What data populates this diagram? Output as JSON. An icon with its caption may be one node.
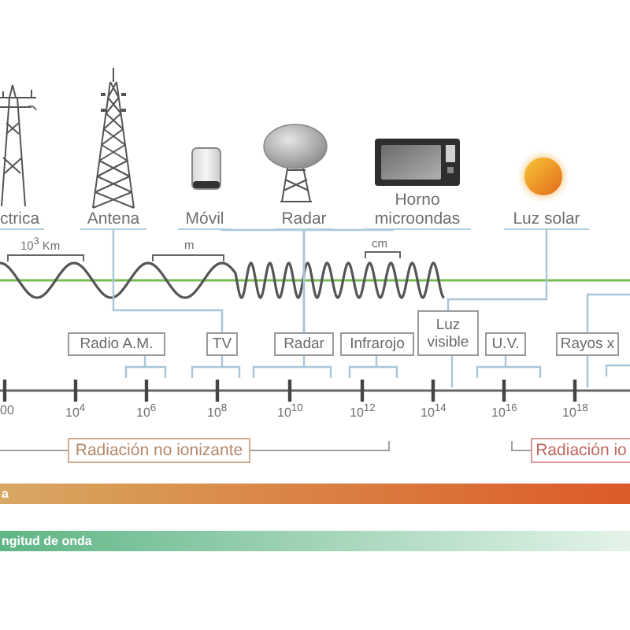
{
  "diagram": {
    "nodes": [
      {
        "text": [
          "Antena"
        ]
      },
      {
        "text": [
          "Móvil"
        ]
      },
      {
        "text": [
          "Radar"
        ]
      },
      {
        "text": [
          "Horno microondas"
        ]
      },
      {
        "text": [
          "Luz solar"
        ]
      },
      {
        "text": [
          "Radio A.M."
        ]
      },
      {
        "text": [
          "TV"
        ]
      },
      {
        "text": [
          "Radar"
        ]
      },
      {
        "text": [
          "Infrarojo"
        ]
      },
      {
        "text": [
          "Luz visible"
        ]
      },
      {
        "text": [
          "U.V."
        ]
      },
      {
        "text": [
          "Rayos x"
        ]
      },
      {
        "text": [
          "Radiación no ionizante"
        ]
      },
      {
        "text": [
          "Radiación io"
        ]
      },
      {
        "text": [
          "a"
        ]
      },
      {
        "text": [
          "ngitud de onda"
        ]
      }
    ],
    "edges": [
      {
        "from": 0,
        "to": 6,
        "arrow": "none"
      },
      {
        "from": 1,
        "to": 7,
        "arrow": "none"
      },
      {
        "from": 2,
        "to": 7,
        "arrow": "none"
      },
      {
        "from": 3,
        "to": 7,
        "arrow": "none"
      },
      {
        "from": 4,
        "to": 9,
        "arrow": "none"
      },
      {
        "from": null,
        "to": 11,
        "arrow": "none"
      }
    ],
    "labels": [
      "ctrica",
      "10$^{3}$ Km",
      "m",
      "cm",
      "00",
      "10$^{4}$",
      "10$^{6}$",
      "10$^{8}$",
      "10$^{10}$",
      "10$^{12}$",
      "10$^{14}$",
      "10$^{16}$",
      "10$^{18}$"
    ]
  }
}
